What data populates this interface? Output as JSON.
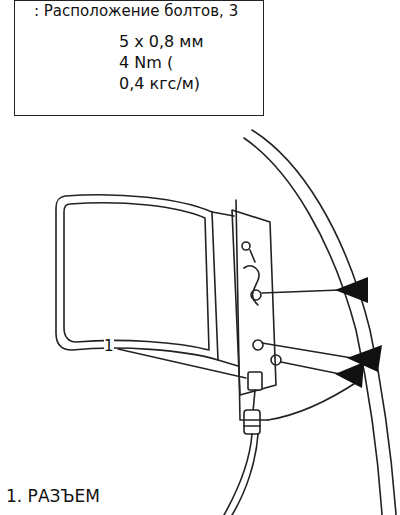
{
  "diagram": {
    "nodes": [
      {
        "text": [
          "5 x 0,8 мм",
          "4 Nm (",
          "0,4 кгс/м)"
        ]
      }
    ],
    "edges": [],
    "labels": [
      "1",
      "1. РАЗЪЕМ"
    ],
    "legend": [
      {
        "text": ": Расположение болтов, 3"
      }
    ]
  }
}
